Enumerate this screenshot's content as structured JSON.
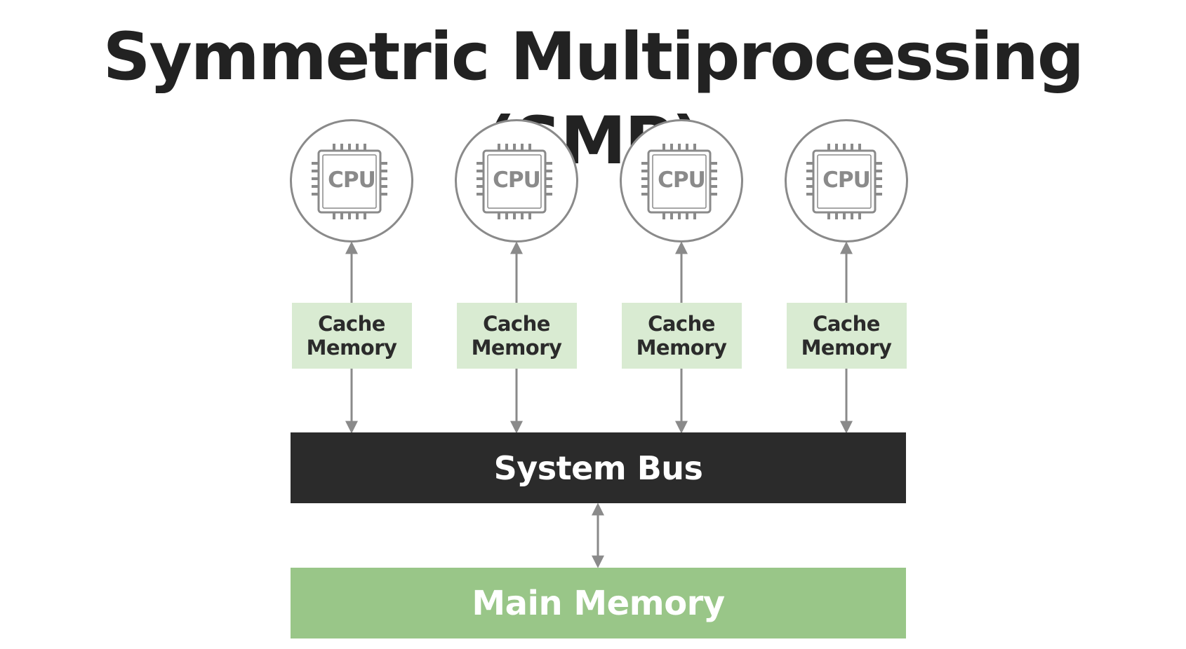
{
  "title": "Symmetric Multiprocessing (SMP)",
  "processors": [
    {
      "cpu_label": "CPU",
      "cache_line1": "Cache",
      "cache_line2": "Memory"
    },
    {
      "cpu_label": "CPU",
      "cache_line1": "Cache",
      "cache_line2": "Memory"
    },
    {
      "cpu_label": "CPU",
      "cache_line1": "Cache",
      "cache_line2": "Memory"
    },
    {
      "cpu_label": "CPU",
      "cache_line1": "Cache",
      "cache_line2": "Memory"
    }
  ],
  "bus": {
    "label": "System Bus"
  },
  "main_memory": {
    "label": "Main Memory"
  },
  "icons": {
    "cpu": "cpu-chip-icon",
    "arrow": "double-headed-arrow"
  },
  "colors": {
    "title_text": "#222222",
    "outline_gray": "#8a8a8a",
    "cache_fill": "#d9ebd2",
    "bus_fill": "#2b2b2b",
    "main_memory_fill": "#99c688"
  }
}
